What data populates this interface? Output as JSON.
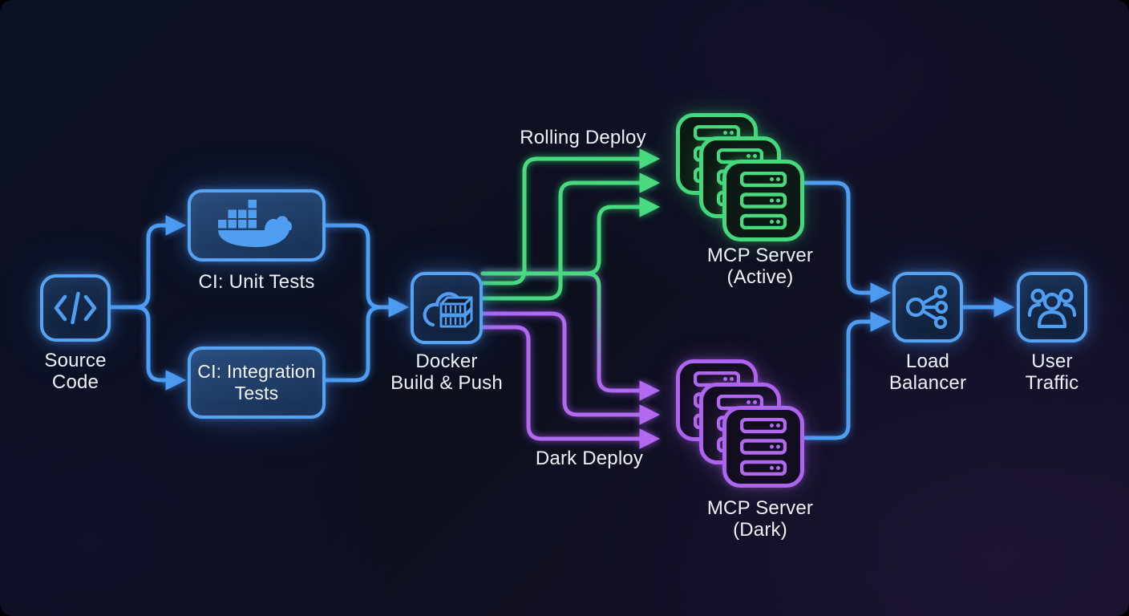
{
  "diagram": {
    "nodes": {
      "source_code": {
        "label": "Source\nCode",
        "icon": "code-icon"
      },
      "ci_unit": {
        "label": "CI: Unit Tests",
        "icon": "docker-whale-icon"
      },
      "ci_integration": {
        "label": "CI: Integration\nTests"
      },
      "docker_build": {
        "label": "Docker\nBuild & Push",
        "icon": "cloud-container-icon"
      },
      "mcp_active": {
        "label": "MCP Server\n(Active)",
        "icon": "server-stack-icon"
      },
      "mcp_dark": {
        "label": "MCP Server\n(Dark)",
        "icon": "server-stack-icon"
      },
      "load_balancer": {
        "label": "Load\nBalancer",
        "icon": "share-network-icon"
      },
      "user_traffic": {
        "label": "User\nTraffic",
        "icon": "users-icon"
      }
    },
    "edges": {
      "rolling_deploy_label": "Rolling Deploy",
      "dark_deploy_label": "Dark Deploy"
    },
    "colors": {
      "blue": "#4f9ef2",
      "green": "#4ad97f",
      "purple": "#b169f0",
      "text": "#eef2f8",
      "background_top": "#0c1124",
      "background_bottom": "#151026"
    }
  }
}
